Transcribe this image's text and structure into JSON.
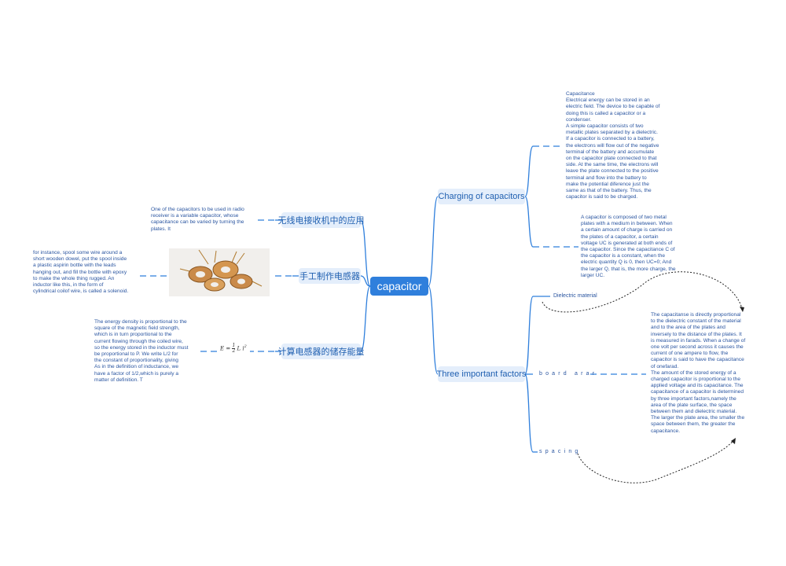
{
  "root": {
    "label": "capacitor"
  },
  "right": {
    "charging": {
      "label": "Charging of capacitors",
      "note1": "Capacitance\nElectrical energy can be stored in an\nelectric field. The device to be capable of\ndoing this is called a capacitor or a\ncondenser.\nA simple capacitor consists of two\nmetallic plates separated by a dielectric.\nIf a capacitor is connected to a battery,\nthe electrons will flow out of the negative\n terminal of the battery and accumulate\non the capacitor plate connected to that\nside. At the same time, the electrons will\nleave the plate connected to the positive\nterminal and flow into the battery to\nmake the potential diference just the\nsame as that of the battery. Thus, the\ncapacitor is said to be charged.",
      "note2": "A capacitor is composed of two metal\nplates with a medium in between. When\na certain amount of charge is carried on\nthe plates of a capacitor, a certain\nvoltage UC is generated at both ends of\nthe capacitor. Since the capacitance C of\nthe capacitor is a constant, when the\nelectric quantity Q is 0, then UC=0; And\nthe larger Q, that is, the more charge, the\n larger UC."
    },
    "factors": {
      "label": "Three important factors",
      "dielectric": "Dielectric material",
      "board": "board arar",
      "spacing": "spacing",
      "note": " The capacitanse is directly proportional\nto the dielectric constant of the material\nand to the area of the plates and\ninversely to the distance of the plates. It\nis measured in farads. When a change of\none volt per second across it causes the\ncurrent of one ampere to flow, the\ncapacitor is said to have the capacitance\nof onefarad.\nThe amount of the stored energy of a\ncharged capacitor is proportional to the\napplied voltage and its capacitance. The\ncapacitance of a capacitor is determined\nby three important factors,namely the\narea of the plate surface, the space\nbetween them and dielectric material.\nThe larger the plate area, the smaller the\nspace between them, the greater the\ncapacitance."
    }
  },
  "left": {
    "radio": {
      "label": "无线电接收机中的应用",
      "note": "One of the capacitors to be used in radio\nreceiver is a variable capacitor, whose\ncapacitance can be varied by turning the\nplates. It"
    },
    "handmade": {
      "label": "手工制作电感器",
      "note": " for instance, spool some wire around a\nshort wooden dowel, put the spool inside\n a plastic aspirin bottle with the leads\nhanging out, and fill the bottle with epoxy\n to make the whole thing rugged. An\ninductor like this, in the form of\ncylindrical coilof wire, is called a solenoid."
    },
    "energy": {
      "label": "计算电感器的储存能量",
      "formula_lhs": "E =",
      "formula_num": "1",
      "formula_den": "2",
      "formula_rhs": "L i",
      "formula_exp": "2",
      "note": "The energy density is proportional to the\nsquare of the magnetic field strength,\nwhich is in turn proportional to the\ncurrent flowing through the coiled wire,\nso the energy stored in the inductor must\n be proportional to P. We write L/2 for\nthe constant of proportionality, giving\nAs in the definition of inductance, we\nhave a factor of 1/2,which is purely a\nmatter of definition. T"
    }
  },
  "colors": {
    "accent": "#2f7fdc",
    "node_bg": "#e4eefb",
    "line": "#2f7fdc"
  }
}
